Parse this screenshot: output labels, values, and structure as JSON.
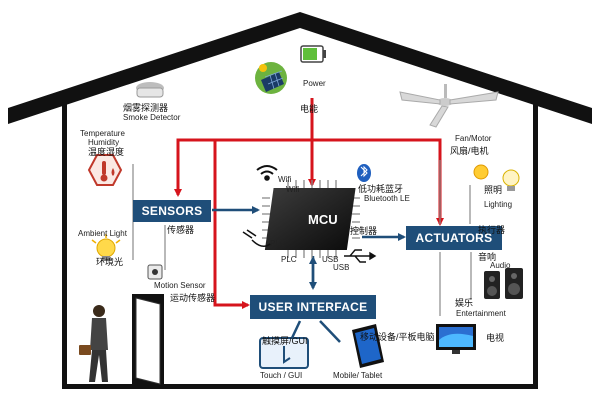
{
  "diagram": {
    "power": {
      "label": "Power",
      "cn": "电能"
    },
    "smoke": {
      "cn": "烟雾探测器",
      "label": "Smoke Detector"
    },
    "temperature": {
      "label1": "Temperature",
      "label2": "Humidity",
      "cn": "温度湿度"
    },
    "ambient": {
      "label": "Ambient Light",
      "cn": "环境光"
    },
    "motion": {
      "label": "Motion Sensor",
      "cn": "运动传感器"
    },
    "sensors_box": "SENSORS",
    "sensors_cn": "传感器",
    "mcu": "MCU",
    "wifi": "Wifi",
    "wifi_cn": "Wifi",
    "bluetooth": {
      "cn": "低功耗蓝牙",
      "label": "Bluetooth LE"
    },
    "plc": {
      "label_a": "PLC",
      "label_b": "PLC"
    },
    "usb": {
      "label_a": "USB",
      "label_b": "USB"
    },
    "control_cn": "控制器",
    "actuators_box": "ACTUATORS",
    "actuators_cn": "执行器",
    "fan": {
      "label": "Fan/Motor",
      "cn": "风扇/电机"
    },
    "lighting": {
      "cn": "照明",
      "label": "Lighting"
    },
    "audio": {
      "cn": "音响",
      "label": "Audio"
    },
    "entertainment": {
      "cn": "娱乐",
      "label": "Entertainment"
    },
    "tv_cn": "电视",
    "user_interface_box": "USER INTERFACE",
    "touch": {
      "cn": "触摸屏/GUI",
      "label": "Touch  / GUI"
    },
    "mobile": {
      "cn": "移动设备/平板电脑",
      "label": "Mobile/ Tablet"
    },
    "colors": {
      "box_blue": "#1f4e79",
      "arrow_red": "#d6141c",
      "arrow_blue": "#1f4e79",
      "house": "#111111"
    },
    "icons": [
      "house-outline",
      "smoke-detector-icon",
      "battery-icon",
      "solar-panel-icon",
      "thermometer-icon",
      "lightbulb-icon",
      "motion-sensor-icon",
      "wifi-icon",
      "bluetooth-icon",
      "mcu-chip-icon",
      "plug-icon",
      "usb-icon",
      "ceiling-fan-icon",
      "speaker-icon",
      "tv-icon",
      "touchscreen-icon",
      "mobile-phone-icon",
      "door-icon",
      "person-icon"
    ]
  }
}
